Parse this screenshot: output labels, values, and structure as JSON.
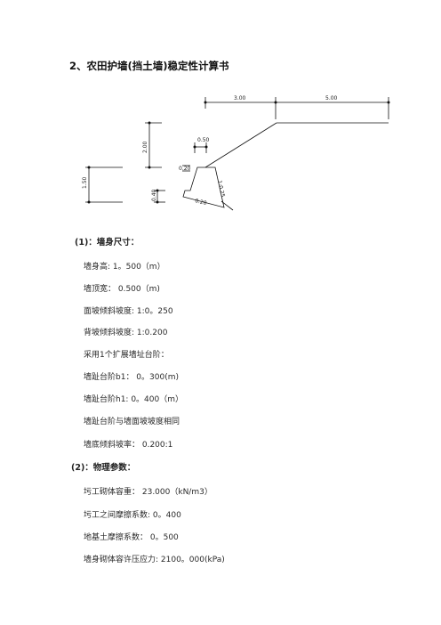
{
  "document": {
    "title": "2、农田护墙(挡土墙)稳定性计算书"
  },
  "drawing": {
    "labels": {
      "top_left": "3.00",
      "top_right": "5.00",
      "left_height": "2.00",
      "wall_top": "0.50",
      "wall_height": "1.50",
      "step_h": "0.40",
      "step_top": "0.20",
      "batter": "1:0.25",
      "base": "0.20"
    }
  },
  "section1": {
    "heading": "(1)：墙身尺寸：",
    "lines": [
      "墙身高: 1。500（m）",
      "墙顶宽：  0.500（m)",
      "面坡倾斜坡度: 1:0。250",
      "背坡倾斜坡度: 1:0.200",
      "采用1个扩展墙址台阶：",
      "墙趾台阶b1：  0。300(m)",
      "墙趾台阶h1: 0。400（m）",
      "墙趾台阶与墙面坡坡度相同",
      "墙底倾斜坡率：  0.200:1"
    ]
  },
  "section2": {
    "heading": "(2)：物理参数：",
    "lines": [
      "圬工砌体容重：  23.000（kN/m3）",
      "圬工之间摩擦系数: 0。400",
      "地基土摩擦系数：  0。500",
      "墙身砌体容许压应力: 2100。000(kPa)"
    ]
  }
}
